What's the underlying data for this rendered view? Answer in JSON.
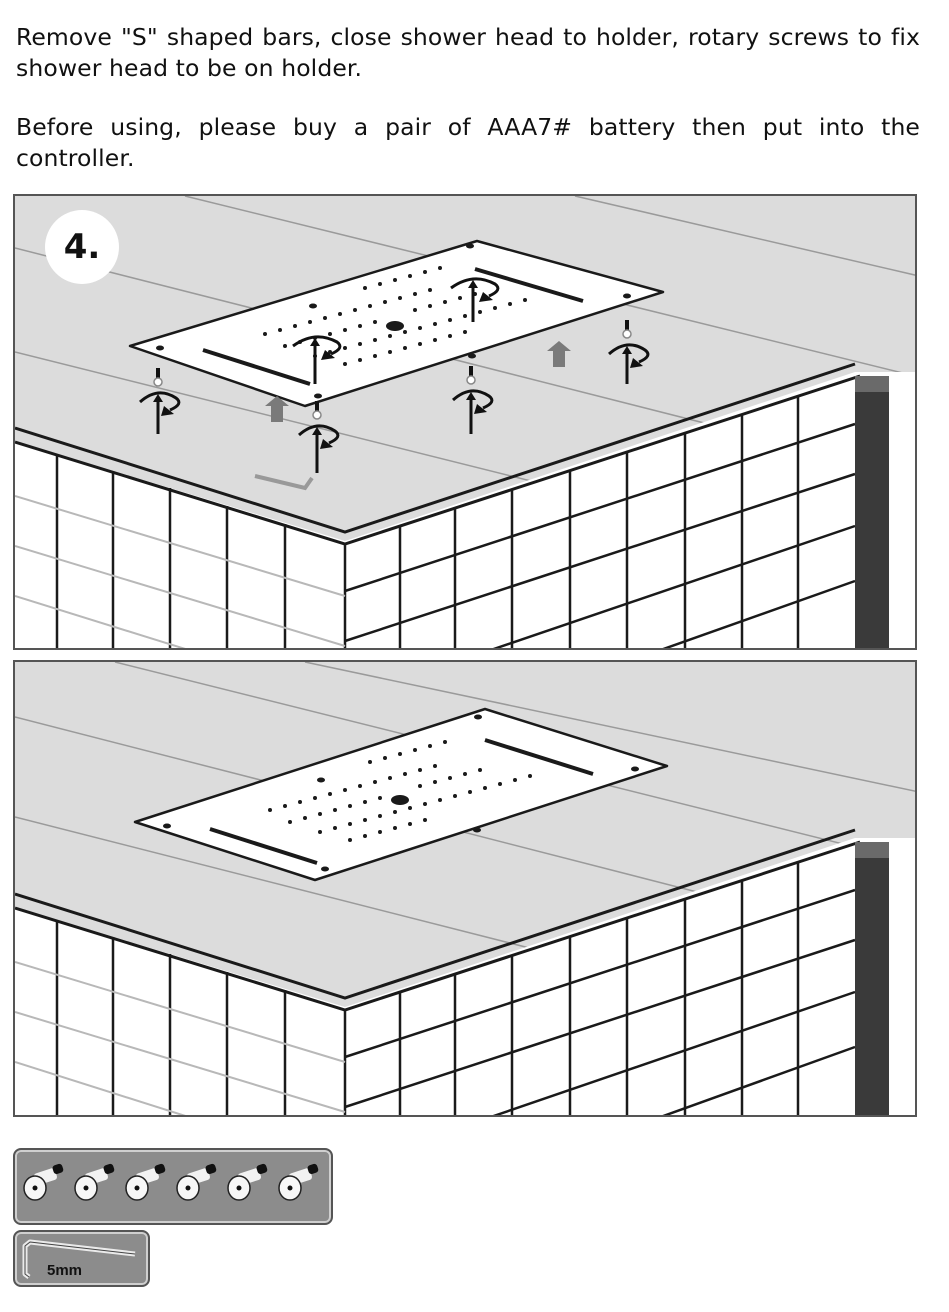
{
  "instructions": {
    "paragraph_1": "Remove \"S\" shaped bars, close shower head to holder, rotary screws to fix shower head to be on holder.",
    "paragraph_2": "Before using, please buy a pair of AAA7# battery then put into the controller."
  },
  "figures": {
    "step_figure": {
      "step_number": "4.",
      "description": "Rectangular ceiling shower head lifted to holder; six screws rotated up to fix it",
      "screw_count": 6
    },
    "result_figure": {
      "description": "Shower head installed flush in ceiling"
    }
  },
  "parts_kit": {
    "screws": {
      "quantity": 6,
      "icon": "screw-icon"
    },
    "allen_key": {
      "size_label": "5mm",
      "icon": "allen-key-icon"
    }
  },
  "colors": {
    "ceiling": "#dcdcdc",
    "tile": "#ffffff",
    "line": "#1a1a1a",
    "kit_bg": "#8c8c8c",
    "pillar": "#3a3a3a"
  }
}
